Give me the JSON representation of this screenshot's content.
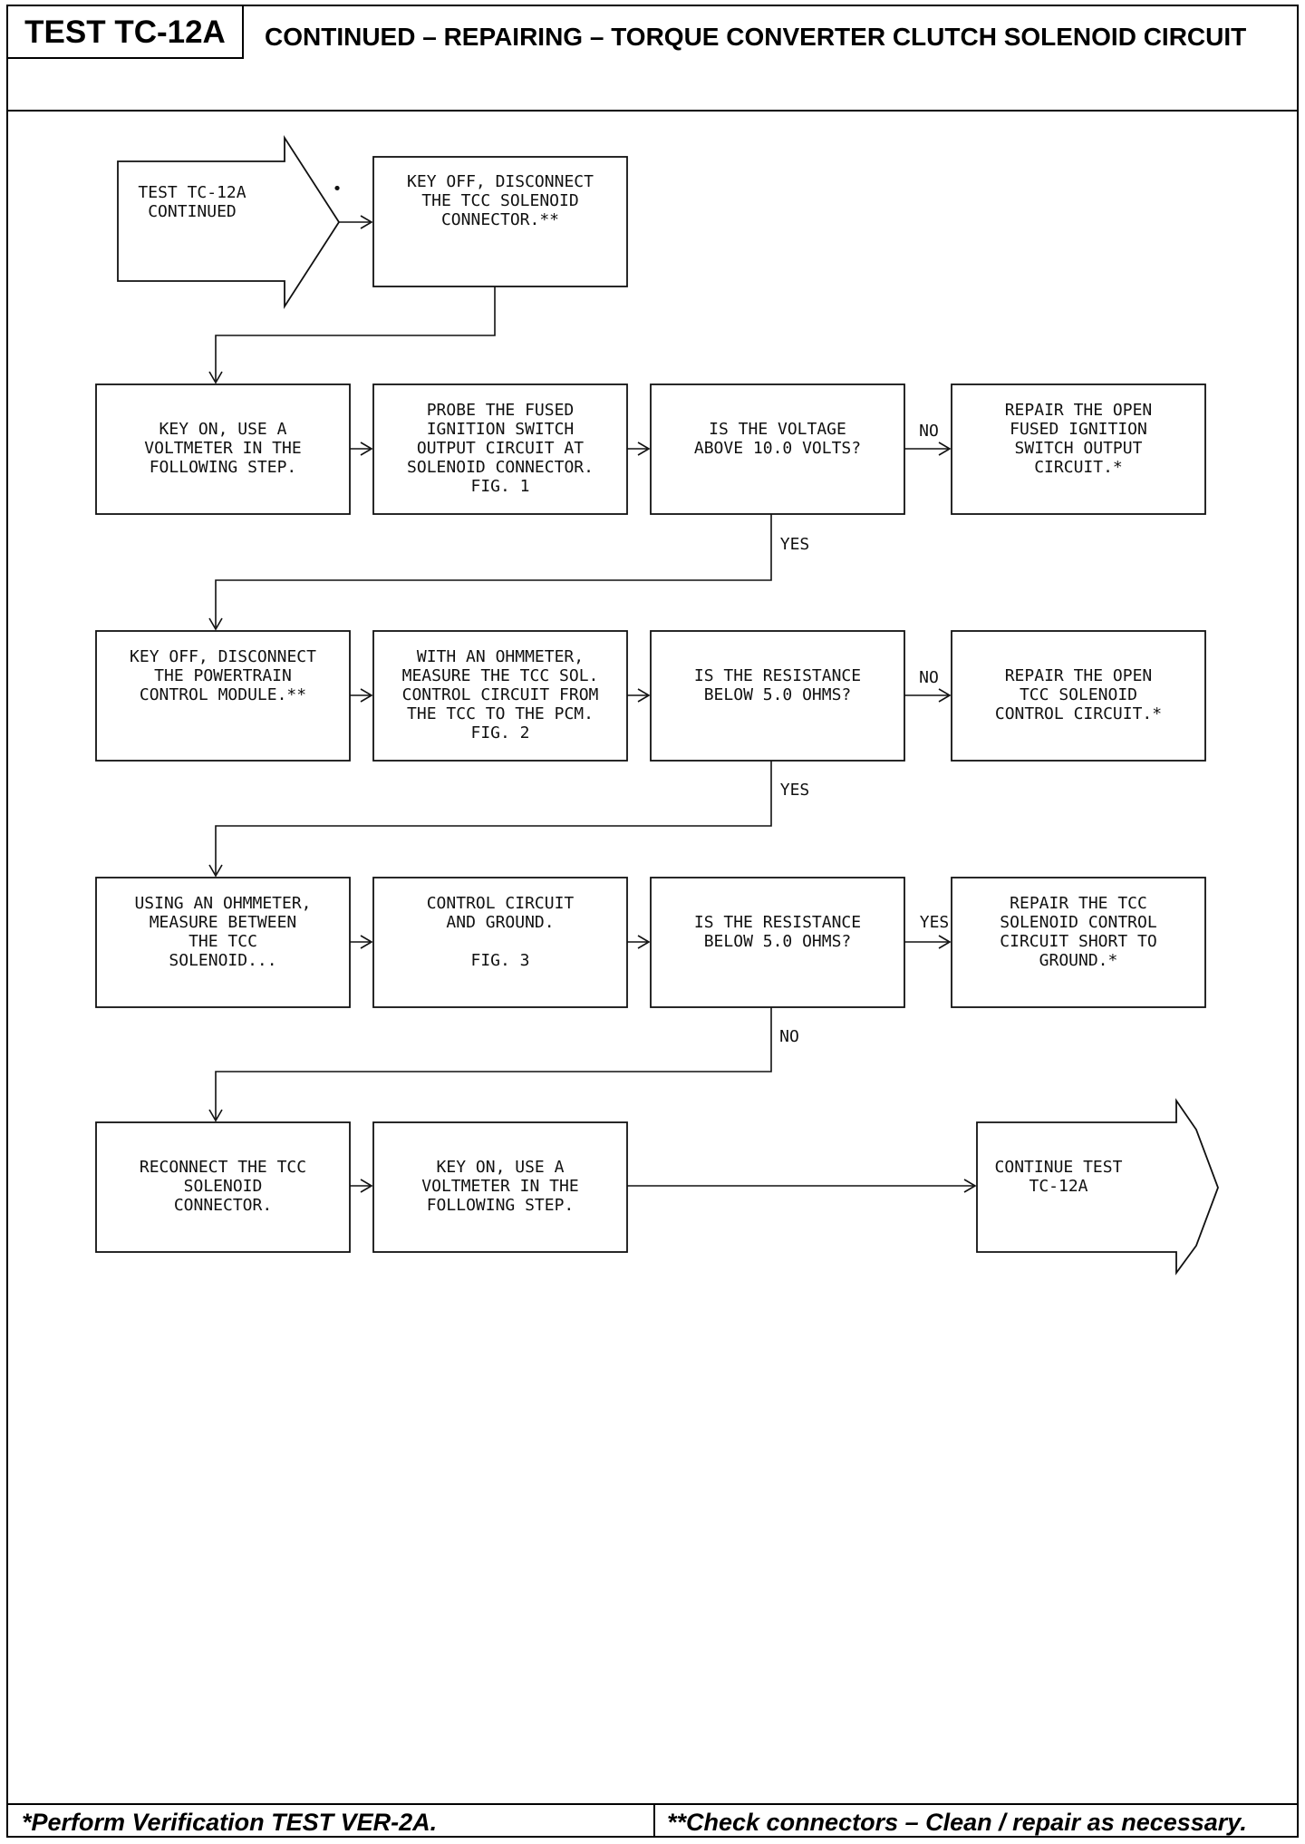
{
  "header": {
    "test_tag": "TEST TC-12A",
    "title": "CONTINUED – REPAIRING – TORQUE CONVERTER CLUTCH SOLENOID CIRCUIT"
  },
  "flow": {
    "start": [
      "TEST TC-12A",
      "CONTINUED"
    ],
    "start_mark": "•",
    "step1": [
      "KEY OFF, DISCONNECT",
      "THE TCC SOLENOID",
      "CONNECTOR.**"
    ],
    "row1": {
      "a": [
        "KEY ON, USE A",
        "VOLTMETER IN THE",
        "FOLLOWING STEP."
      ],
      "b": [
        "PROBE THE FUSED",
        "IGNITION SWITCH",
        "OUTPUT CIRCUIT AT",
        "SOLENOID CONNECTOR.",
        "FIG. 1"
      ],
      "q": [
        "IS THE VOLTAGE",
        "ABOVE 10.0 VOLTS?"
      ],
      "branch": "NO",
      "result": [
        "REPAIR THE OPEN",
        "FUSED IGNITION",
        "SWITCH OUTPUT",
        "CIRCUIT.*"
      ],
      "down": "YES"
    },
    "row2": {
      "a": [
        "KEY OFF, DISCONNECT",
        "THE POWERTRAIN",
        "CONTROL MODULE.**"
      ],
      "b": [
        "WITH AN OHMMETER,",
        "MEASURE THE TCC SOL.",
        "CONTROL CIRCUIT FROM",
        "THE TCC TO THE PCM.",
        "FIG. 2"
      ],
      "q": [
        "IS THE RESISTANCE",
        "BELOW 5.0 OHMS?"
      ],
      "branch": "NO",
      "result": [
        "REPAIR THE OPEN",
        "TCC SOLENOID",
        "CONTROL CIRCUIT.*"
      ],
      "down": "YES"
    },
    "row3": {
      "a": [
        "USING AN OHMMETER,",
        "MEASURE BETWEEN",
        "THE TCC",
        "SOLENOID..."
      ],
      "b": [
        "CONTROL CIRCUIT",
        "AND GROUND.",
        "",
        "FIG. 3"
      ],
      "q": [
        "IS THE RESISTANCE",
        "BELOW 5.0 OHMS?"
      ],
      "branch": "YES",
      "result": [
        "REPAIR THE TCC",
        "SOLENOID CONTROL",
        "CIRCUIT SHORT TO",
        "GROUND.*"
      ],
      "down": "NO"
    },
    "row4": {
      "a": [
        "RECONNECT THE TCC",
        "SOLENOID",
        "CONNECTOR."
      ],
      "b": [
        "KEY ON, USE A",
        "VOLTMETER IN THE",
        "FOLLOWING STEP."
      ],
      "end": [
        "CONTINUE TEST",
        "TC-12A"
      ]
    }
  },
  "footer": {
    "left": "*Perform Verification TEST VER-2A.",
    "right": "**Check connectors – Clean / repair as necessary."
  }
}
